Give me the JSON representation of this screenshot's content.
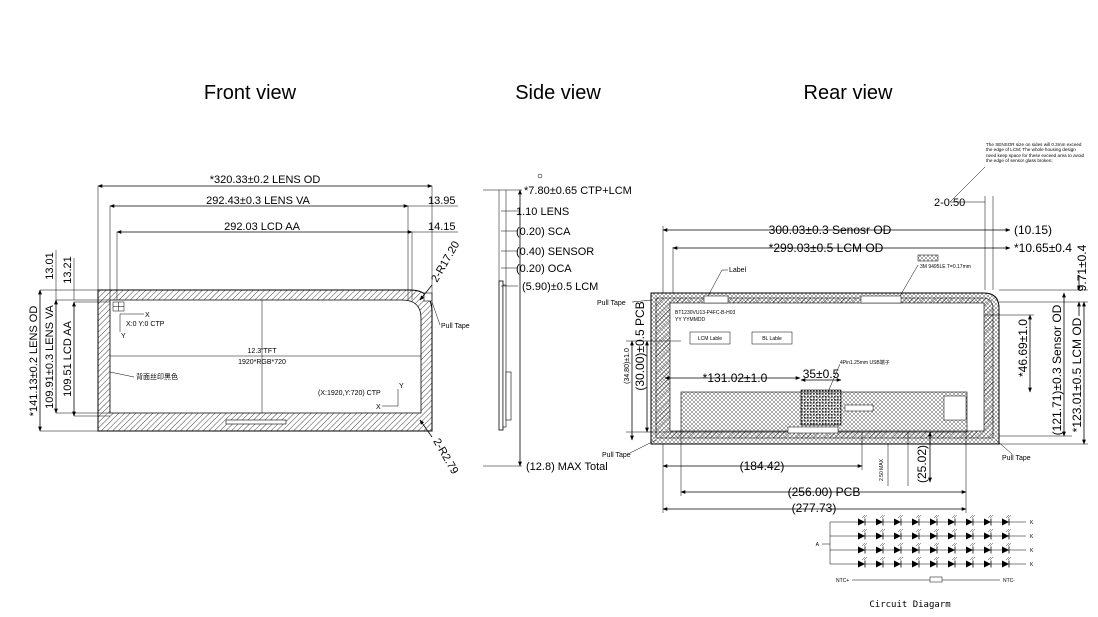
{
  "titles": {
    "front": "Front view",
    "side": "Side view",
    "rear": "Rear view"
  },
  "front": {
    "lens_od": "*320.33±0.2 LENS OD",
    "lens_va": "292.43±0.3 LENS VA",
    "lcd_aa": "292.03 LCD AA",
    "r_13_95": "13.95",
    "r_14_15": "14.15",
    "v_13_01": "13.01",
    "v_13_21": "13.21",
    "v_lens_od": "*141.13±0.2 LENS OD",
    "v_lens_va": "109.91±0.3 LENS VA",
    "v_lcd_aa": "109.51 LCD AA",
    "r_17_20": "2-R17.20",
    "r_2_79": "2-R2.79",
    "pull_tape": "Pull Tape",
    "origin_x": "X",
    "origin_y": "Y",
    "origin": "X:0 Y:0 CTP",
    "tft": "12.3\"TFT",
    "resolution": "1920*RGB*720",
    "silk_note": "背面丝印黑色",
    "end_coord": "(X:1920,Y:720) CTP",
    "end_x": "X",
    "end_y": "Y"
  },
  "side": {
    "ctp_lcm": "*7.80±0.65 CTP+LCM",
    "lens": "1.10 LENS",
    "sca": "(0.20) SCA",
    "sensor": "(0.40) SENSOR",
    "oca": "(0.20) OCA",
    "lcm": "(5.90)±0.5 LCM",
    "max_total": "(12.8) MAX Total"
  },
  "rear": {
    "sensor_note": "The SENSOR size on sides will 0.3mm exceed the edge of LCM; The whole housing design need keep space for these exceed area to avoid the edge of sensor glass broken;",
    "r_0_50": "2-0.50",
    "sensor_od_h": "300.03±0.3 Senosr OD",
    "d_10_15": "(10.15)",
    "lcm_od_h": "*299.03±0.5 LCM OD",
    "d_10_65": "*10.65±0.4",
    "d_9_71": "9.71±0.4",
    "label": "Label",
    "tape_spec": "3M 9495LE T=0.17mm",
    "pull_tape_left": "Pull Tape",
    "pull_tape_bl": "Pull Tape",
    "pull_tape_br": "Pull Tape",
    "part_no": "BT1230VU13-P4FC-B-H03",
    "date_code": "YY YYMMDD",
    "lcm_lable": "LCM Lable",
    "bl_lable": "BL Lable",
    "pcb_30": "(30.00)±0.5 PCB",
    "d_34_80": "(34.80)±1.0",
    "d_131": "*131.02±1.0",
    "d_35": "35±0.5",
    "usb_note": "4Pin1.25mm USB端子",
    "d_46_69": "*46.69±1.0",
    "sensor_od_v": "(121.71)±0.3 Sensor OD",
    "lcm_od_v": "*123.01±0.5 LCM OD",
    "d_184": "(184.42)",
    "d_2_50": "2.50 MAX",
    "d_25_02": "(25.02)",
    "pcb_256": "(256.00) PCB",
    "d_277": "(277.73)"
  },
  "circuit": {
    "title": "Circuit Diagarm",
    "anode": "A",
    "cathode": "K",
    "ntc_plus": "NTC+",
    "ntc_minus": "NTC-",
    "rows": 4,
    "leds_per_row": 9
  }
}
